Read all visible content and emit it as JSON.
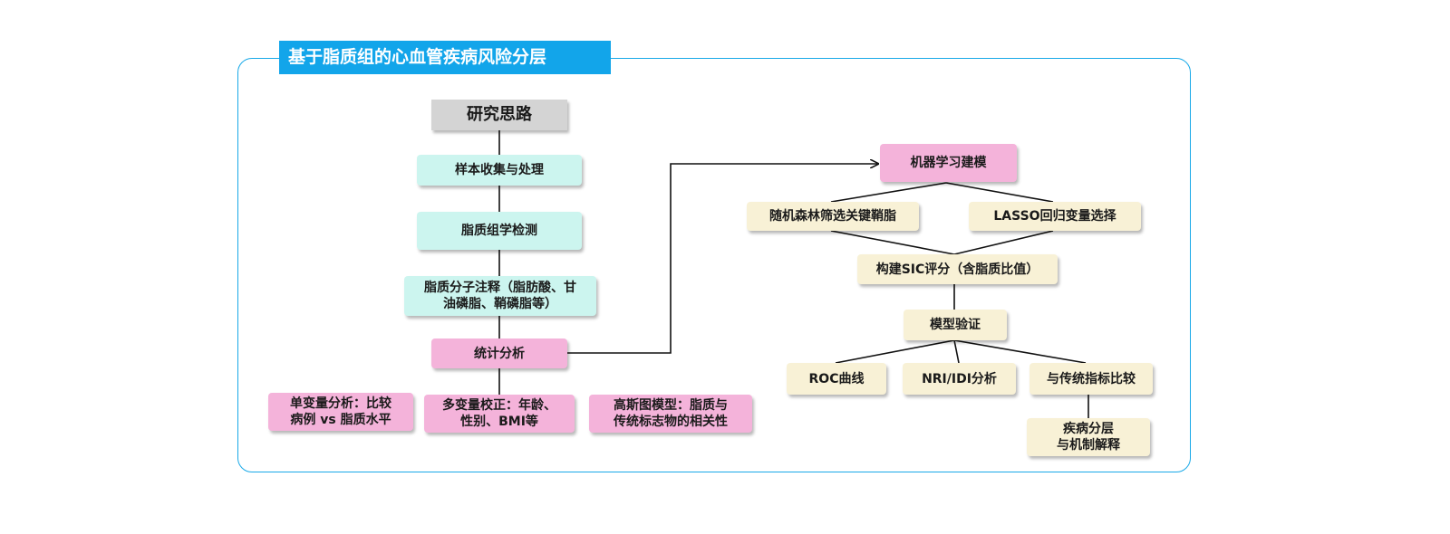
{
  "title": "基于脂质组的心血管疾病风险分层",
  "colors": {
    "frame": "#19a9e8",
    "banner": "#12a5ea",
    "teal": "#ccf5ef",
    "pink": "#f4b3da",
    "cream": "#f8f1d6",
    "grey": "#d4d4d4"
  },
  "nodes": {
    "research_idea": "研究思路",
    "sample_collection": "样本收集与处理",
    "lipidomics_detection": "脂质组学检测",
    "lipid_annotation": "脂质分子注释（脂肪酸、甘\n油磷脂、鞘磷脂等）",
    "statistical_analysis": "统计分析",
    "univariate": "单变量分析：比较\n病例 vs 脂质水平",
    "multivariate": "多变量校正：年龄、\n性别、BMI等",
    "gaussian_graph": "高斯图模型：脂质与\n传统标志物的相关性",
    "ml_modeling": "机器学习建模",
    "random_forest": "随机森林筛选关键鞘脂",
    "lasso": "LASSO回归变量选择",
    "sic_score": "构建SIC评分（含脂质比值）",
    "model_validation": "模型验证",
    "roc": "ROC曲线",
    "nri_idi": "NRI/IDI分析",
    "compare_traditional": "与传统指标比较",
    "stratification": "疾病分层\n与机制解释"
  }
}
